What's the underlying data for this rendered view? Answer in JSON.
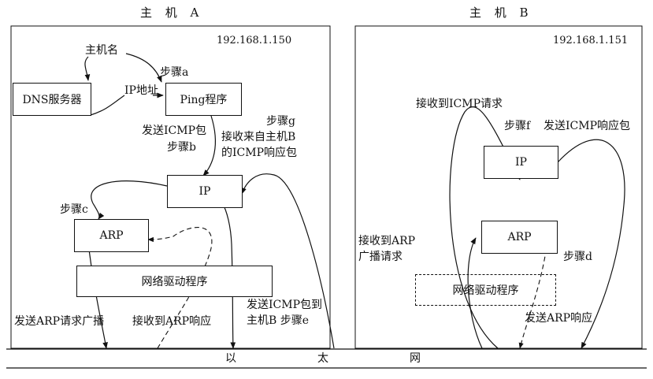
{
  "host_a": {
    "title": "主 机 A",
    "ip": "192.168.1.150",
    "hostname": "主机名",
    "step_a": "步骤a",
    "ip_address": "IP地址",
    "dns_server": "DNS服务器",
    "ping_program": "Ping程序",
    "send_icmp_1": "发送ICMP包",
    "step_b": "步骤b",
    "step_g": "步骤g",
    "recv_from_b_1": "接收来自主机B",
    "recv_from_b_2": "的ICMP响应包",
    "ip_box": "IP",
    "step_c": "步骤c",
    "arp_box": "ARP",
    "driver_box": "网络驱动程序",
    "send_arp_broadcast": "发送ARP请求广播",
    "recv_arp_reply": "接收到ARP响应",
    "send_icmp_to_b_1": "发送ICMP包到",
    "send_icmp_to_b_2": "主机B 步骤e"
  },
  "host_b": {
    "title": "主 机 B",
    "ip": "192.168.1.151",
    "recv_icmp_request": "接收到ICMP请求",
    "step_f": "步骤f",
    "send_icmp_reply": "发送ICMP响应包",
    "ip_box": "IP",
    "recv_arp_1": "接收到ARP",
    "recv_arp_2": "广播请求",
    "arp_box": "ARP",
    "step_d": "步骤d",
    "driver_box": "网络驱动程序",
    "send_arp_reply": "发送ARP响应"
  },
  "ethernet": [
    "以",
    "太",
    "网"
  ]
}
